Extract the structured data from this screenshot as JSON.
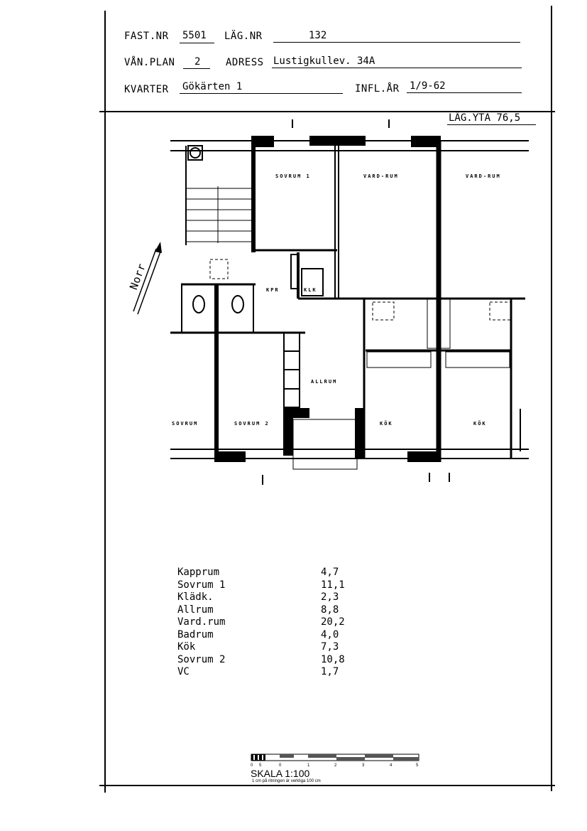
{
  "header": {
    "fast_nr_label": "FAST.NR",
    "fast_nr": "5501",
    "lag_nr_label": "LÄG.NR",
    "lag_nr": "132",
    "van_plan_label": "VÅN.PLAN",
    "van_plan": "2",
    "adress_label": "ADRESS",
    "adress": "Lustigkullev. 34A",
    "kvarter_label": "KVARTER",
    "kvarter": "Gökärten 1",
    "infl_ar_label": "INFL.ÅR",
    "infl_ar": "1/9-62"
  },
  "plan": {
    "lag_yta": "LÄG.YTA 76,5",
    "north_label": "Norr",
    "room_labels": [
      "SOVRUM 1",
      "VARD-RUM",
      "VARD-RUM",
      "KPR",
      "KLK",
      "ALLRUM",
      "KÖK",
      "KÖK",
      "SOVRUM 2",
      "SOVRUM"
    ]
  },
  "areas": [
    {
      "room": "Kapprum",
      "area": "4,7"
    },
    {
      "room": "Sovrum 1",
      "area": "11,1"
    },
    {
      "room": "Klädk.",
      "area": "2,3"
    },
    {
      "room": "Allrum",
      "area": "8,8"
    },
    {
      "room": "Vard.rum",
      "area": "20,2"
    },
    {
      "room": "Badrum",
      "area": "4,0"
    },
    {
      "room": "Kök",
      "area": "7,3"
    },
    {
      "room": "Sovrum 2",
      "area": "10,8"
    },
    {
      "room": "VC",
      "area": "1,7"
    }
  ],
  "scale": {
    "title": "SKALA 1:100",
    "note": "1 cm på ritningen är verkliga 100 cm",
    "ticks": [
      "0",
      "5",
      "0",
      "1",
      "2",
      "3",
      "4",
      "5"
    ]
  }
}
